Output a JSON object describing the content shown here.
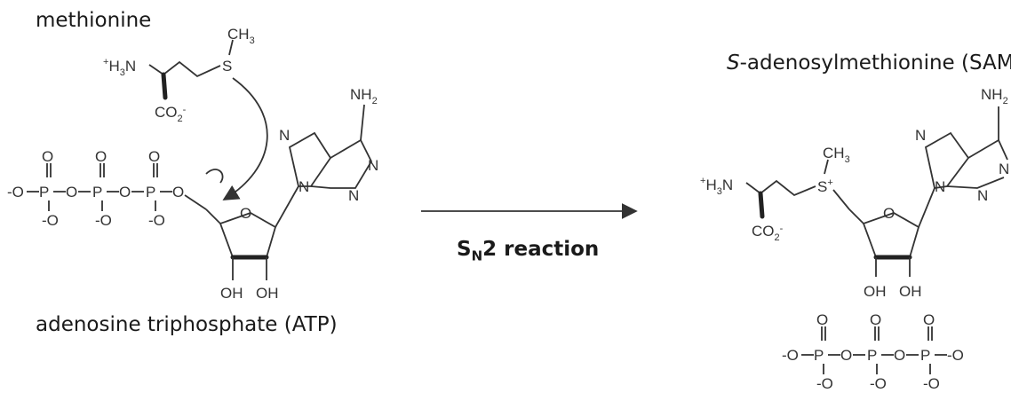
{
  "labels": {
    "methionine": "methionine",
    "atp": "adenosine triphosphate (ATP)",
    "sam_prefix": "S",
    "sam_rest": "-adenosylmethionine (SAM)",
    "reaction_S": "S",
    "reaction_N": "N",
    "reaction_rest": "2 reaction"
  },
  "atoms": {
    "ch3": "CH",
    "ch3_sub": "3",
    "s": "S",
    "h3n_charge": "+",
    "h3n_h": "H",
    "h3n_sub": "3",
    "h3n_n": "N",
    "co2": "CO",
    "co2_sub": "2",
    "co2_charge": "-",
    "o": "O",
    "p": "P",
    "o_minus": "-O",
    "nh2": "NH",
    "nh2_sub": "2",
    "n": "N",
    "oh": "OH",
    "s_plus": "+"
  }
}
